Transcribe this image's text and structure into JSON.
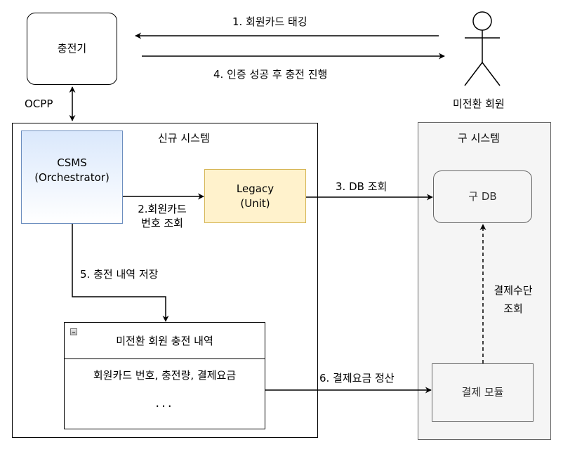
{
  "colors": {
    "csms_fill_top": "#dae8fc",
    "csms_stroke": "#6c8ebf",
    "legacy_fill": "#fff2cc",
    "legacy_stroke": "#d6b656",
    "old_system_fill": "#f5f5f5",
    "old_system_stroke": "#666666",
    "line": "#000000"
  },
  "nodes": {
    "charger": {
      "label": "충전기"
    },
    "actor": {
      "label": "미전환 회원"
    },
    "new_system": {
      "title": "신규 시스템"
    },
    "csms": {
      "line1": "CSMS",
      "line2": "(Orchestrator)"
    },
    "legacy": {
      "line1": "Legacy",
      "line2": "(Unit)"
    },
    "old_system": {
      "title": "구 시스템"
    },
    "old_db": {
      "label": "구 DB"
    },
    "payment_module": {
      "label": "결제 모듈"
    },
    "history_table": {
      "title": "미전환 회원 충전 내역",
      "row1": "회원카드 번호, 충전량, 결제요금",
      "row2": "..."
    }
  },
  "edges": {
    "ocpp": "OCPP",
    "step1": "1. 회원카드 태깅",
    "step2_line1": "2.회원카드",
    "step2_line2": "번호 조회",
    "step3": "3. DB 조회",
    "step4": "4. 인증 성공 후 충전 진행",
    "step5": "5. 충전 내역 저장",
    "step6": "6. 결제요금 정산",
    "payment_lookup_line1": "결제수단",
    "payment_lookup_line2": "조회"
  }
}
